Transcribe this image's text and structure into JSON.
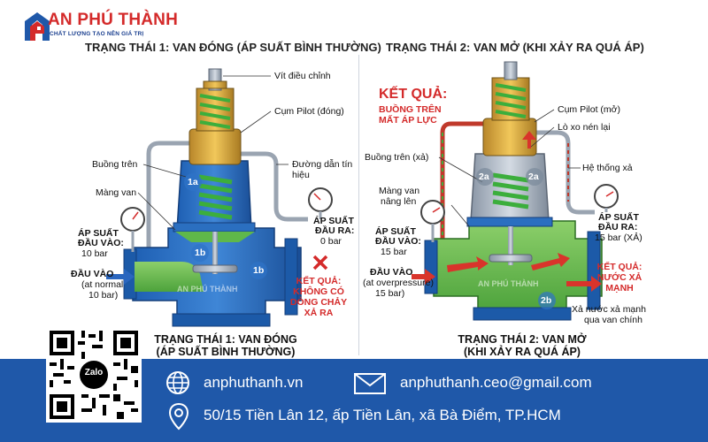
{
  "brand": {
    "name": "AN PHÚ THÀNH",
    "tagline": "CHẤT LƯỢNG TẠO NÊN GIÁ TRỊ",
    "accent": "#d42a2a",
    "brand_blue": "#1f58a9"
  },
  "left": {
    "title": "TRẠNG THÁI 1: VAN ĐÓNG (ÁP SUẤT BÌNH THƯỜNG)",
    "labels": {
      "adjust_screw": "Vít điều chỉnh",
      "pilot": "Cụm Pilot (đóng)",
      "upper_chamber": "Buồng trên",
      "diaphragm": "Màng van",
      "pilot_line_1": "Đường dẫn tín",
      "pilot_line_2": "hiệu",
      "in_pressure_1": "ÁP SUẤT",
      "in_pressure_2": "ĐẦU VÀO:",
      "in_pressure_val": "10 bar",
      "inlet": "ĐẦU VÀO",
      "inlet_sub_1": "(at normal",
      "inlet_sub_2": "10 bar)",
      "out_pressure_1": "ÁP SUẤT",
      "out_pressure_2": "ĐẦU RA:",
      "out_pressure_val": "0 bar",
      "zone_1a": "1a",
      "zone_1b_left": "1b",
      "zone_1b_right": "1b"
    },
    "result": {
      "line1": "KẾT QUẢ:",
      "line2": "KHÔNG CÓ",
      "line3": "DÒNG CHẢY",
      "line4": "XẢ RA"
    },
    "caption": {
      "line1": "TRẠNG THÁI 1: VAN ĐÓNG",
      "line2": "(ÁP SUẤT BÌNH THƯỜNG)"
    }
  },
  "right": {
    "title": "TRẠNG THÁI 2: VAN MỞ (KHI  XẢY RA QUÁ ÁP)",
    "result_top": {
      "line1": "KẾT QUẢ:",
      "line2": "BUỒNG TRÊN",
      "line3": "MẤT ÁP LỰC"
    },
    "labels": {
      "pilot": "Cụm Pilot (mở)",
      "spring": "Lò xo nén lại",
      "upper_chamber": "Buồng trên (xả)",
      "drain_system": "Hệ thống xả",
      "diaphragm_1": "Màng van",
      "diaphragm_2": "nâng lên",
      "in_pressure_1": "ÁP SUẤT",
      "in_pressure_2": "ĐẦU VÀO:",
      "in_pressure_val": "15 bar",
      "out_pressure_1": "ÁP SUẤT",
      "out_pressure_2": "ĐẦU RA:",
      "out_pressure_val": "15 bar (XẢ)",
      "inlet": "ĐẦU VÀO",
      "inlet_sub_1": "(at overpressure)",
      "inlet_sub_2": "15 bar)",
      "discharge_1": "Xả nước xả mạnh",
      "discharge_2": "qua van chính",
      "zone_2a_left": "2a",
      "zone_2a_right": "2a",
      "zone_2b": "2b"
    },
    "result_bottom": {
      "line1": "KẾT QUẢ:",
      "line2": "NƯỚC XẢ",
      "line3": "MẠNH"
    },
    "caption": {
      "line1": "TRẠNG THÁI 2: VAN MỞ",
      "line2": "(KHI XẢY RA QUÁ ÁP)"
    }
  },
  "qr": {
    "label": "Zalo"
  },
  "watermark": "AN PHÚ THÀNH",
  "footer": {
    "website": "anphuthanh.vn",
    "email": "anphuthanh.ceo@gmail.com",
    "address": "50/15 Tiền Lân 12, ấp Tiền Lân, xã Bà Điểm, TP.HCM",
    "icons": [
      "globe-icon",
      "mail-icon",
      "location-pin-icon"
    ]
  }
}
